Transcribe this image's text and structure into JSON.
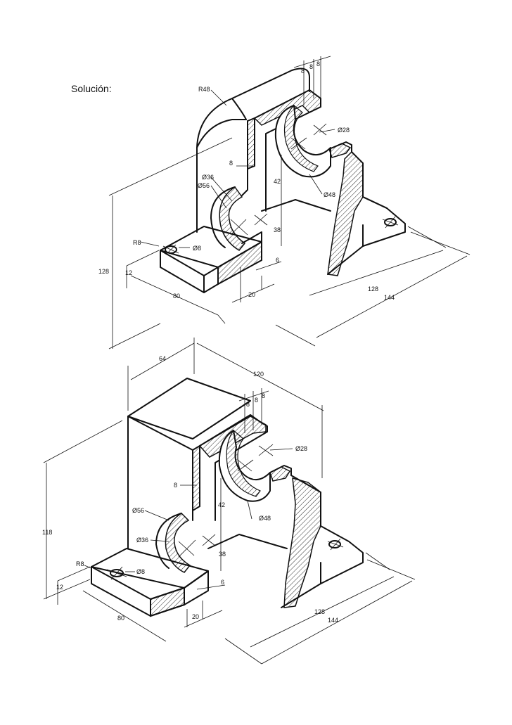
{
  "title": "Solución:",
  "drawings": [
    {
      "labels": {
        "r48": "R48",
        "t8a": "8",
        "t8b": "8",
        "t8c": "8",
        "d28": "Ø28",
        "w8": "8",
        "d36": "Ø36",
        "d56": "Ø56",
        "h42": "42",
        "d48": "Ø48",
        "h38": "38",
        "r8": "R8",
        "d8": "Ø8",
        "h128": "128",
        "h12": "12",
        "w6": "6",
        "w80": "80",
        "w20": "20",
        "l128": "128",
        "l144": "144"
      }
    },
    {
      "labels": {
        "w64": "64",
        "w120": "120",
        "t8a": "8",
        "t8b": "8",
        "t8c": "8",
        "d28": "Ø28",
        "w8": "8",
        "h42": "42",
        "d56": "Ø56",
        "d48": "Ø48",
        "h118": "118",
        "d36": "Ø36",
        "h38": "38",
        "r8": "R8",
        "d8": "Ø8",
        "h12": "12",
        "w6": "6",
        "w80": "80",
        "w20": "20",
        "l128": "128",
        "l144": "144"
      }
    }
  ]
}
